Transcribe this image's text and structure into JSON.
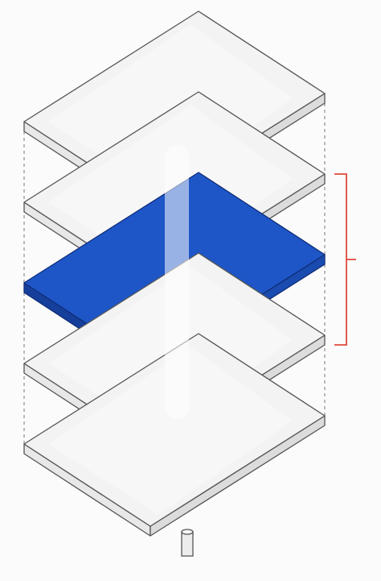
{
  "diagram": {
    "colors": {
      "background": "#fbfbfb",
      "plate_top": "#f3f3f3",
      "plate_front": "#e8e8e8",
      "plate_side": "#dcdcdc",
      "stroke": "#555555",
      "highlight_top": "#1e56c8",
      "highlight_front": "#163f9c",
      "highlight_side": "#1a4bb0",
      "rod_fill": "#ececec",
      "bracket": "#e0493c",
      "guide": "#777777"
    },
    "plates": [
      {
        "id": "plate-1",
        "highlighted": false
      },
      {
        "id": "plate-2",
        "highlighted": false
      },
      {
        "id": "plate-3",
        "highlighted": true
      },
      {
        "id": "plate-4",
        "highlighted": false
      },
      {
        "id": "plate-5",
        "highlighted": false
      }
    ],
    "bracket_spans_plates": [
      2,
      4
    ],
    "icons": [
      "stacked-plates-diagram",
      "central-rod",
      "selection-bracket"
    ]
  }
}
